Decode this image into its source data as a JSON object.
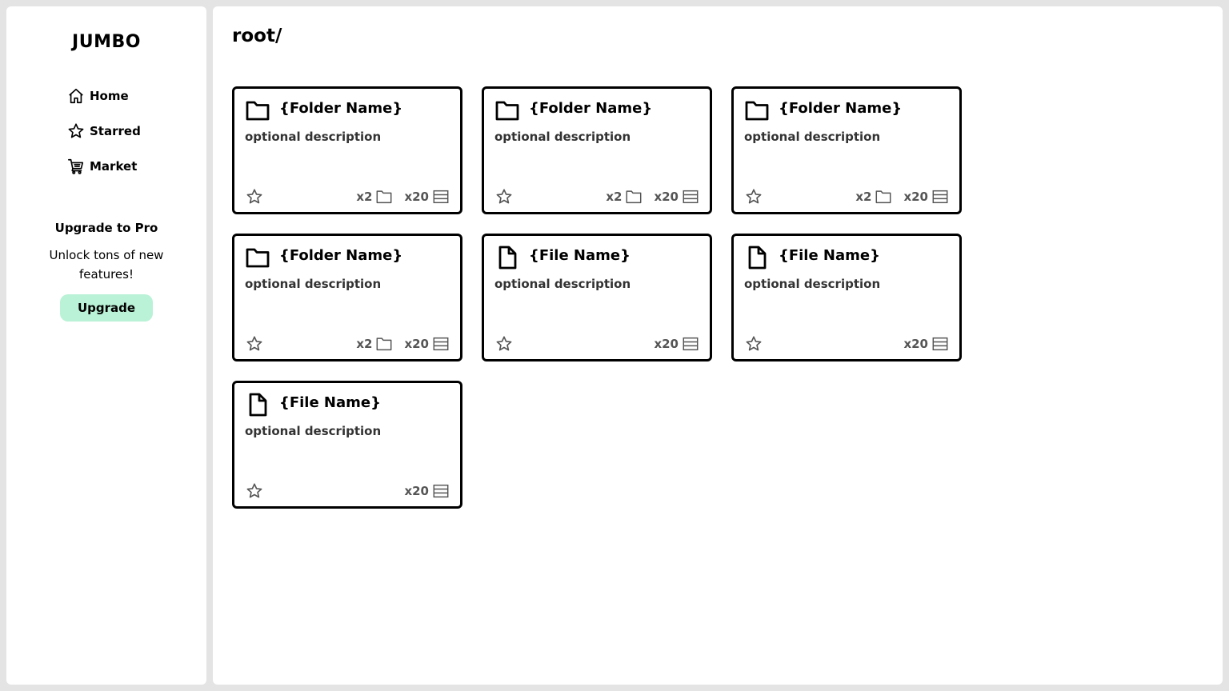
{
  "app": {
    "name": "JUMBO"
  },
  "sidebar": {
    "nav": [
      {
        "label": "Home",
        "icon": "home-icon"
      },
      {
        "label": "Starred",
        "icon": "star-icon"
      },
      {
        "label": "Market",
        "icon": "cart-icon"
      }
    ],
    "upgrade": {
      "title": "Upgrade to Pro",
      "text": "Unlock tons of new features!",
      "button_label": "Upgrade",
      "button_color": "#b9f2d6"
    }
  },
  "main": {
    "path": "root/",
    "items": [
      {
        "type": "folder",
        "name": "{Folder Name}",
        "description": "optional description",
        "folder_count": "x2",
        "entry_count": "x20"
      },
      {
        "type": "folder",
        "name": "{Folder Name}",
        "description": "optional description",
        "folder_count": "x2",
        "entry_count": "x20"
      },
      {
        "type": "folder",
        "name": "{Folder Name}",
        "description": "optional description",
        "folder_count": "x2",
        "entry_count": "x20"
      },
      {
        "type": "folder",
        "name": "{Folder Name}",
        "description": "optional description",
        "folder_count": "x2",
        "entry_count": "x20"
      },
      {
        "type": "file",
        "name": "{File Name}",
        "description": "optional description",
        "entry_count": "x20"
      },
      {
        "type": "file",
        "name": "{File Name}",
        "description": "optional description",
        "entry_count": "x20"
      },
      {
        "type": "file",
        "name": "{File Name}",
        "description": "optional description",
        "entry_count": "x20"
      }
    ]
  }
}
